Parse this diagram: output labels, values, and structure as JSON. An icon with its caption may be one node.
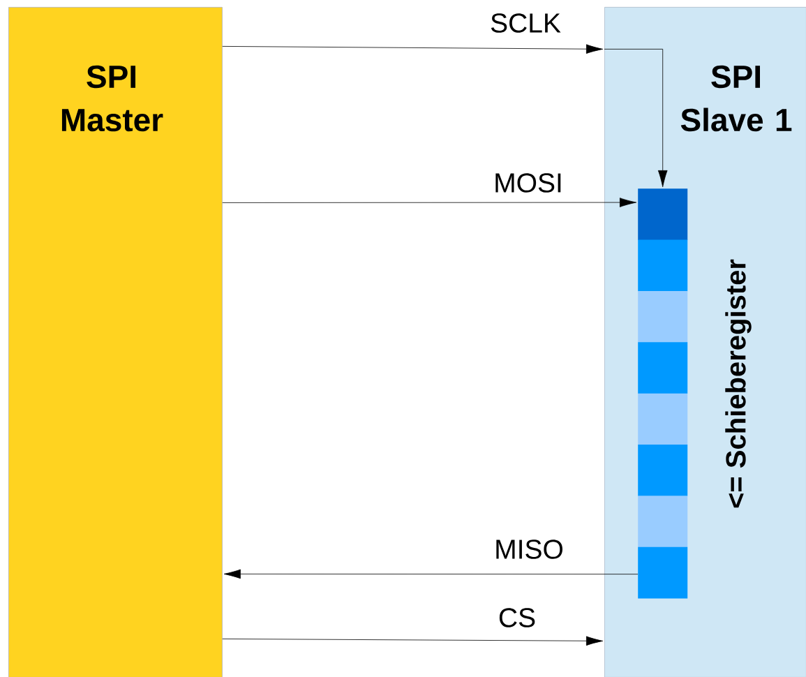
{
  "diagram": {
    "nodes": [
      {
        "text": [
          "SPI Master"
        ]
      },
      {
        "text": [
          "SPI Slave 1"
        ]
      },
      {
        "text": [],
        "shape": "box",
        "in": 1
      },
      {
        "text": [],
        "shape": "box",
        "in": 1
      },
      {
        "text": [],
        "shape": "box",
        "in": 1
      },
      {
        "text": [],
        "shape": "box",
        "in": 1
      },
      {
        "text": [],
        "shape": "box",
        "in": 1
      },
      {
        "text": [],
        "shape": "box",
        "in": 1
      },
      {
        "text": [],
        "shape": "box",
        "in": 1
      },
      {
        "text": [],
        "shape": "box",
        "in": 1
      }
    ],
    "edges": [
      {
        "from": 0,
        "to": 1,
        "arrow": "to",
        "label": "SCLK"
      },
      {
        "from": 1,
        "to": 2,
        "arrow": "to"
      },
      {
        "from": 0,
        "to": 2,
        "arrow": "to",
        "label": "MOSI"
      },
      {
        "from": 9,
        "to": 0,
        "arrow": "to",
        "label": "MISO"
      },
      {
        "from": 0,
        "to": 1,
        "arrow": "to",
        "label": "CS"
      }
    ],
    "labels": [
      "<= Schieberegister"
    ]
  }
}
